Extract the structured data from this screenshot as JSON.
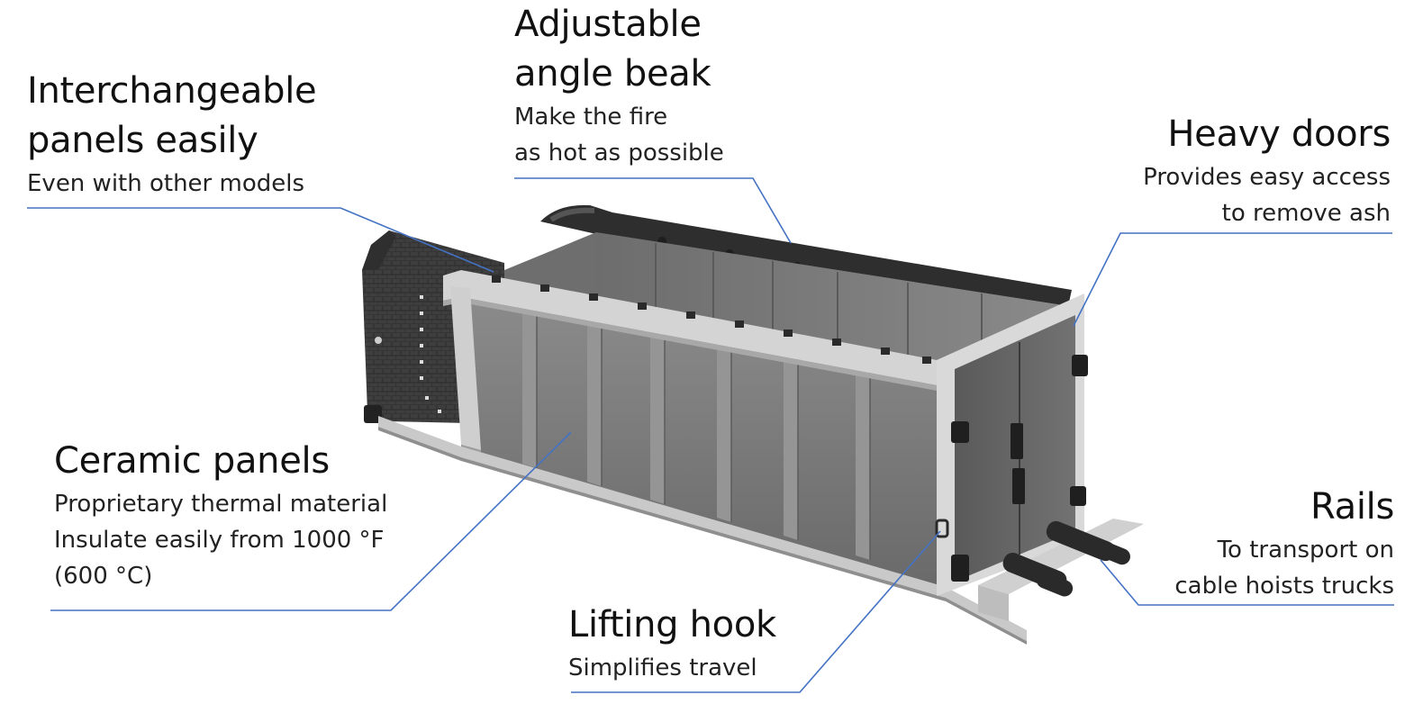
{
  "callouts": {
    "panels": {
      "title": [
        "Interchangeable",
        "panels easily"
      ],
      "desc": [
        "Even with other models"
      ]
    },
    "beak": {
      "title": [
        "Adjustable",
        "angle beak"
      ],
      "desc": [
        "Make the fire",
        "as hot as possible"
      ]
    },
    "doors": {
      "title": [
        "Heavy doors"
      ],
      "desc": [
        "Provides easy access",
        "to remove ash"
      ]
    },
    "ceramic": {
      "title": [
        "Ceramic panels"
      ],
      "desc": [
        "Proprietary thermal material",
        "Insulate easily from 1000 °F",
        "(600 °C)"
      ]
    },
    "rails": {
      "title": [
        "Rails"
      ],
      "desc": [
        "To transport on",
        "cable hoists trucks"
      ]
    },
    "hook": {
      "title": [
        "Lifting hook"
      ],
      "desc": [
        "Simplifies travel"
      ]
    }
  },
  "colors": {
    "leader_line": "#4472c4",
    "frame": "#cfcfcf",
    "panel": "#7a7a7a",
    "dark_body": "#3b3b3b",
    "rail": "#2a2a2a"
  }
}
